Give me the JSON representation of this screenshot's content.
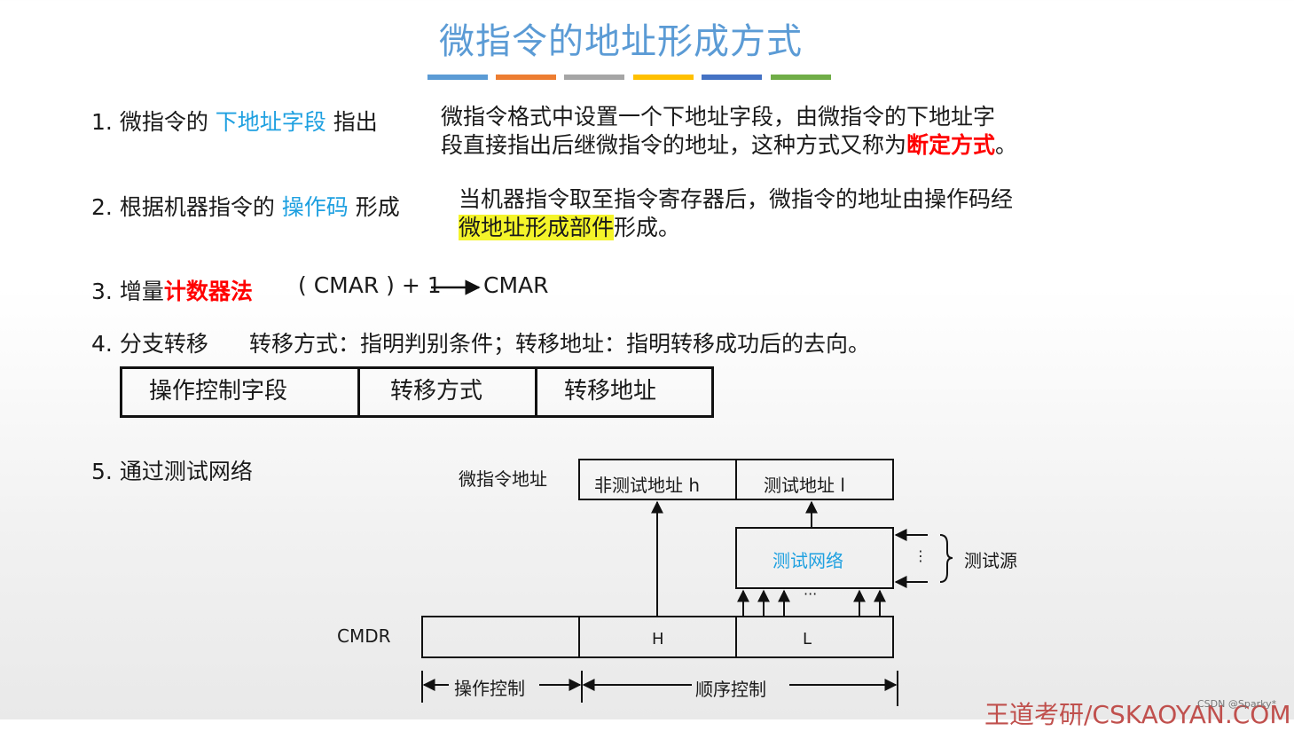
{
  "title": "微指令的地址形成方式",
  "color_bars": [
    "#5b9bd5",
    "#ed7d31",
    "#a5a5a5",
    "#ffc000",
    "#4472c4",
    "#70ad47"
  ],
  "items": {
    "i1": {
      "num": "1.",
      "pre": "微指令的",
      "key": "下地址字段",
      "post": "指出",
      "desc1": "微指令格式中设置一个下地址字段，由微指令的下地址字",
      "desc2": "段直接指出后继微指令的地址，这种方式又称为",
      "desc2_red": "断定方式",
      "desc2_end": "。"
    },
    "i2": {
      "num": "2.",
      "pre": "根据机器指令的",
      "key": "操作码",
      "post": "形成",
      "desc1": "当机器指令取至指令寄存器后，微指令的地址由操作码经",
      "desc2_hl": "微地址形成部件",
      "desc2_end": "形成。"
    },
    "i3": {
      "num": "3.",
      "pre": "增量",
      "key": "计数器法",
      "formula_left": "( CMAR ) + 1",
      "formula_right": "CMAR"
    },
    "i4": {
      "num": "4.",
      "label": "分支转移",
      "desc": "转移方式：指明判别条件；转移地址：指明转移成功后的去向。",
      "table": [
        "操作控制字段",
        "转移方式",
        "转移地址"
      ]
    },
    "i5": {
      "num": "5.",
      "label": "通过测试网络"
    }
  },
  "diagram": {
    "addr_label": "微指令地址",
    "addr_h": "非测试地址 h",
    "addr_l": "测试地址 l",
    "test_network": "测试网络",
    "vdots": "⋮",
    "test_source": "测试源",
    "dots": "···",
    "cmdr": "CMDR",
    "h": "H",
    "l": "L",
    "op_ctrl": "操作控制",
    "seq_ctrl": "顺序控制",
    "test_network_color": "#1ea0e0"
  },
  "footer": "王道考研/CSKAOYAN.COM",
  "watermark": "CSDN @Sparky*"
}
